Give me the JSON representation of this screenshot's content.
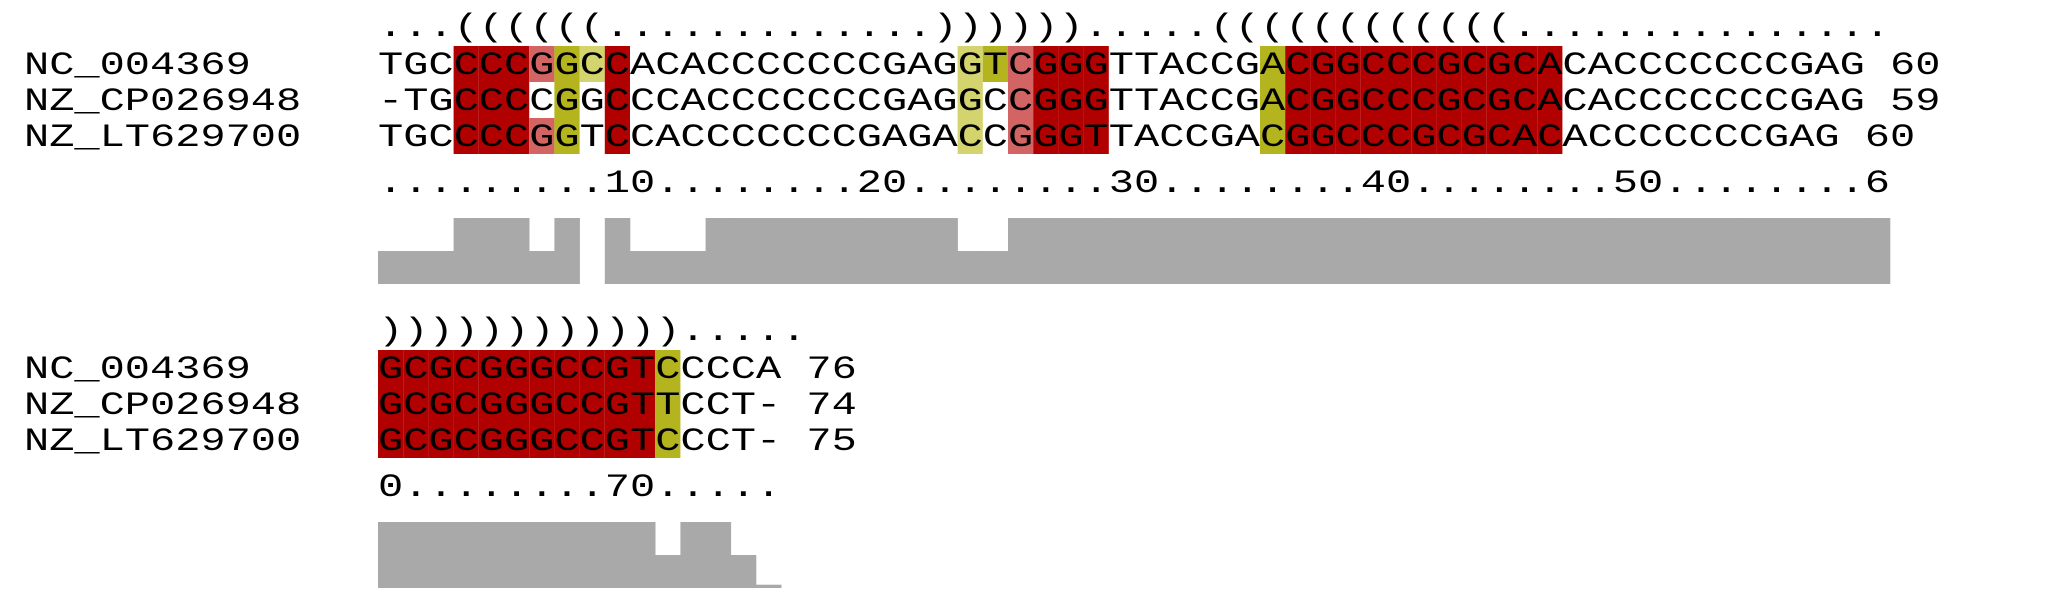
{
  "colors": {
    "dark_red": "#b00000",
    "light_red": "#d36464",
    "olive": "#b4b41e",
    "light_olive": "#d4d46e",
    "conservation_bar": "#a9a9a9"
  },
  "alignment": {
    "names": [
      "NC_004369",
      "NZ_CP026948",
      "NZ_LT629700"
    ],
    "blocks": [
      {
        "structure": "...((((((.............)))))).....((((((((((((...............",
        "rows": [
          {
            "seq": "TGCCCCGGCCACACCCCCCCGAGGTCGGGTTACCGACGGCCCGCGCACACCCCCCCGAG",
            "end": "60"
          },
          {
            "seq": "-TGCCCCGGCCCACCCCCCCGAGGCCGGGTTACCGACGGCCCGCGCACACCCCCCCGAG",
            "end": "59"
          },
          {
            "seq": "TGCCCCGGTCCACCCCCCCGAGACCGGGTTACCGACGGCCCGCGCACACCCCCCCGAG",
            "end": "60"
          }
        ],
        "ruler": ".........10........20........30........40........50........6",
        "col_colors": [
          "",
          "",
          "",
          "dark_red",
          "dark_red",
          "dark_red",
          "light_red",
          "olive",
          "light_olive",
          "dark_red",
          "",
          "",
          "",
          "",
          "",
          "",
          "",
          "",
          "",
          "",
          "",
          "",
          "",
          "light_olive",
          "olive",
          "light_red",
          "dark_red",
          "dark_red",
          "dark_red",
          "",
          "",
          "",
          "",
          "",
          "",
          "olive",
          "dark_red",
          "dark_red",
          "dark_red",
          "dark_red",
          "dark_red",
          "dark_red",
          "dark_red",
          "dark_red",
          "dark_red",
          "dark_red",
          "dark_red",
          "",
          "",
          "",
          "",
          "",
          "",
          "",
          "",
          "",
          "",
          "",
          "",
          ""
        ],
        "blank_cells": [
          [
            1,
            6
          ],
          [
            1,
            8
          ],
          [
            2,
            8
          ],
          [
            1,
            24
          ],
          [
            2,
            24
          ]
        ],
        "conservation": [
          0.5,
          0.5,
          0.5,
          1,
          1,
          1,
          0.5,
          1,
          0,
          1,
          0.5,
          0.5,
          0.5,
          1,
          1,
          1,
          1,
          1,
          1,
          1,
          1,
          1,
          1,
          0.5,
          0.5,
          1,
          1,
          1,
          1,
          1,
          1,
          1,
          1,
          1,
          1,
          1,
          1,
          1,
          1,
          1,
          1,
          1,
          1,
          1,
          1,
          1,
          1,
          1,
          1,
          1,
          1,
          1,
          1,
          1,
          1,
          1,
          1,
          1,
          1,
          1
        ]
      },
      {
        "structure": ")))))))))))).....",
        "rows": [
          {
            "seq": "GCGCGGGCCGTCCCCA",
            "end": "76"
          },
          {
            "seq": "GCGCGGGCCGTTCCT-",
            "end": "74"
          },
          {
            "seq": "GCGCGGGCCGTCCCT-",
            "end": "75"
          }
        ],
        "ruler": "0........70.....",
        "col_colors": [
          "dark_red",
          "dark_red",
          "dark_red",
          "dark_red",
          "dark_red",
          "dark_red",
          "dark_red",
          "dark_red",
          "dark_red",
          "dark_red",
          "dark_red",
          "olive",
          "",
          "",
          "",
          ""
        ],
        "blank_cells": [],
        "conservation": [
          1,
          1,
          1,
          1,
          1,
          1,
          1,
          1,
          1,
          1,
          1,
          0.5,
          1,
          1,
          0.5,
          0.05
        ]
      }
    ]
  }
}
